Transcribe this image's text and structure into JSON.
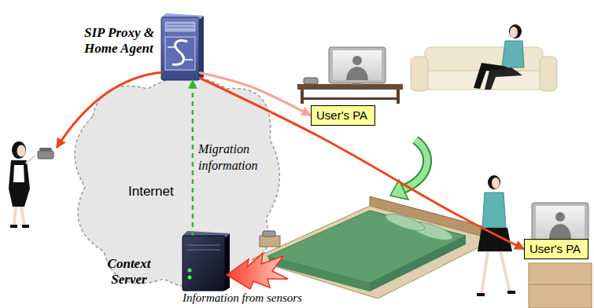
{
  "diagram": {
    "nodes": [
      {
        "text": [
          "SIP Proxy & Home Agent"
        ]
      },
      {
        "text": [
          "User's PA"
        ]
      },
      {
        "text": [
          "Internet"
        ]
      },
      {
        "text": [
          "User's PA"
        ]
      },
      {
        "text": [
          "Context Server"
        ]
      }
    ],
    "edges": [
      {
        "from": 0,
        "to": 1,
        "arrow": "to"
      },
      {
        "from": 0,
        "to": 3,
        "arrow": "to"
      },
      {
        "from": 4,
        "to": 0,
        "arrow": "to",
        "label": "Migration information"
      }
    ],
    "labels": [
      "Information from sensors"
    ]
  }
}
